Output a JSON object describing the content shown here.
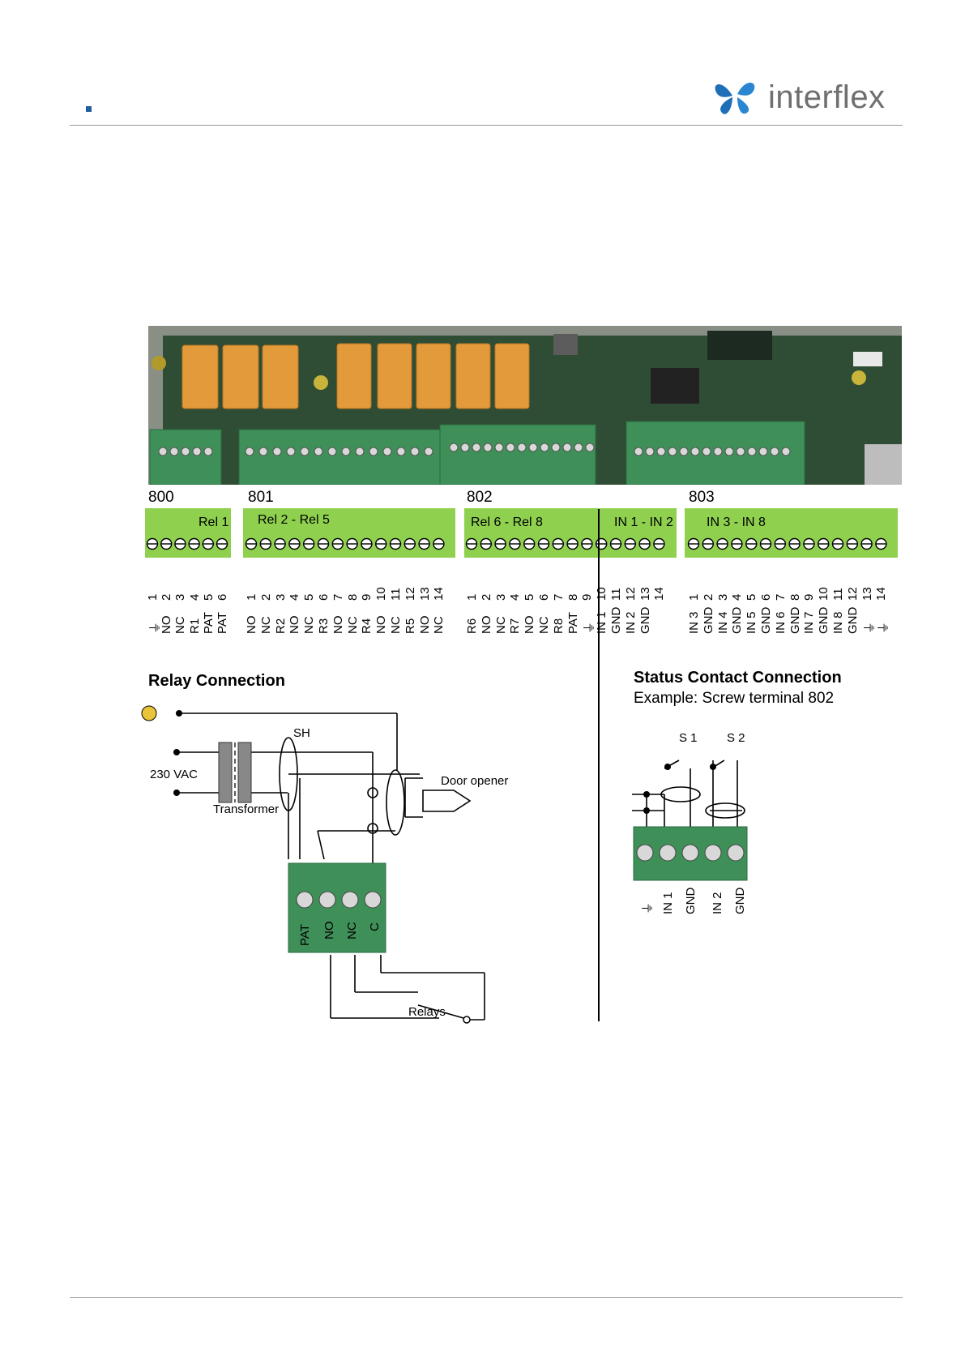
{
  "header": {
    "brand": "interflex"
  },
  "terminals": [
    {
      "number": "800",
      "groups": [
        {
          "label": "Rel 1"
        }
      ],
      "pins": [
        "1",
        "2",
        "3",
        "4",
        "5",
        "6"
      ],
      "signals": [
        "⏚",
        "NO",
        "NC",
        "R1",
        "PAT",
        "PAT"
      ]
    },
    {
      "number": "801",
      "groups": [
        {
          "label": "Rel 2 - Rel 5"
        }
      ],
      "pins": [
        "1",
        "2",
        "3",
        "4",
        "5",
        "6",
        "7",
        "8",
        "9",
        "10",
        "11",
        "12",
        "13",
        "14"
      ],
      "signals": [
        "NO",
        "NC",
        "R2",
        "NO",
        "NC",
        "R3",
        "NO",
        "NC",
        "R4",
        "NO",
        "NC",
        "R5",
        "NO",
        "NC"
      ]
    },
    {
      "number": "802",
      "groups": [
        {
          "label": "Rel 6 - Rel 8"
        },
        {
          "label": "IN 1 - IN 2"
        }
      ],
      "pins": [
        "1",
        "2",
        "3",
        "4",
        "5",
        "6",
        "7",
        "8",
        "9",
        "10",
        "11",
        "12",
        "13",
        "14"
      ],
      "signals": [
        "R6",
        "NO",
        "NC",
        "R7",
        "NO",
        "NC",
        "R8",
        "PAT",
        "⏚",
        "IN 1",
        "GND",
        "IN 2",
        "GND"
      ]
    },
    {
      "number": "803",
      "groups": [
        {
          "label": "IN 3 - IN 8"
        }
      ],
      "pins": [
        "1",
        "2",
        "3",
        "4",
        "5",
        "6",
        "7",
        "8",
        "9",
        "10",
        "11",
        "12",
        "13",
        "14"
      ],
      "signals": [
        "IN 3",
        "GND",
        "IN 4",
        "GND",
        "IN 5",
        "GND",
        "IN 6",
        "GND",
        "IN 7",
        "GND",
        "IN 8",
        "GND",
        "⏚",
        "⏚"
      ]
    }
  ],
  "relay_connection": {
    "title": "Relay Connection",
    "labels": {
      "sh": "SH",
      "vac": "230 VAC",
      "transformer": "Transformer",
      "door_opener": "Door opener",
      "relays": "Relays"
    },
    "terminal_labels": [
      "PAT",
      "NO",
      "NC",
      "C"
    ]
  },
  "status_contact": {
    "title": "Status Contact Connection",
    "subtitle": "Example: Screw terminal 802",
    "switches": [
      "S 1",
      "S 2"
    ],
    "terminal_labels": [
      "⏚",
      "IN 1",
      "GND",
      "IN 2",
      "GND"
    ]
  },
  "colors": {
    "terminal_green": "#8fd14f",
    "pcb_green": "#2e4a33",
    "relay_orange": "#e39a3a",
    "connector_green": "#3f8f58",
    "accent_blue": "#1f5f9e"
  }
}
